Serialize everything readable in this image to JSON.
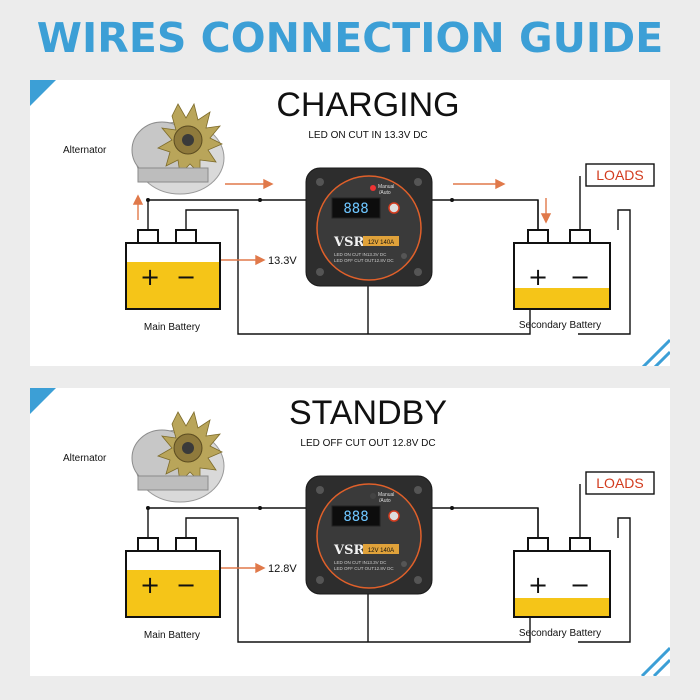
{
  "title": "WIRES CONNECTION GUIDE",
  "colors": {
    "title_blue": "#3c9fd6",
    "battery_fill": "#f5c518",
    "arrow_orange": "#e0794a",
    "loads_red": "#d23b1e",
    "vsr_body": "#2d2d2d"
  },
  "panels": [
    {
      "heading": "CHARGING",
      "subheading": "LED ON CUT IN 13.3V DC",
      "alternator_label": "Alternator",
      "main_battery_label": "Main Battery",
      "secondary_battery_label": "Secondary Battery",
      "voltage_label": "13.3V",
      "loads_label": "LOADS",
      "battery_plus": "+",
      "battery_minus": "−",
      "vsr": {
        "brand": "VSR",
        "rating": "12V 140A",
        "manual_label": "Manual",
        "auto_label": "/Auto",
        "display": "888",
        "spec_line1": "LED ON CUT IN13.3V DC",
        "spec_line2": "LED OFF CUT OUT12.8V DC"
      },
      "current_flow_arrows": true
    },
    {
      "heading": "STANDBY",
      "subheading": "LED OFF CUT OUT 12.8V DC",
      "alternator_label": "Alternator",
      "main_battery_label": "Main Battery",
      "secondary_battery_label": "Secondary Battery",
      "voltage_label": "12.8V",
      "loads_label": "LOADS",
      "battery_plus": "+",
      "battery_minus": "−",
      "vsr": {
        "brand": "VSR",
        "rating": "12V 140A",
        "manual_label": "Manual",
        "auto_label": "/Auto",
        "display": "888",
        "spec_line1": "LED ON CUT IN13.3V DC",
        "spec_line2": "LED OFF CUT OUT12.8V DC"
      },
      "current_flow_arrows": false
    }
  ]
}
